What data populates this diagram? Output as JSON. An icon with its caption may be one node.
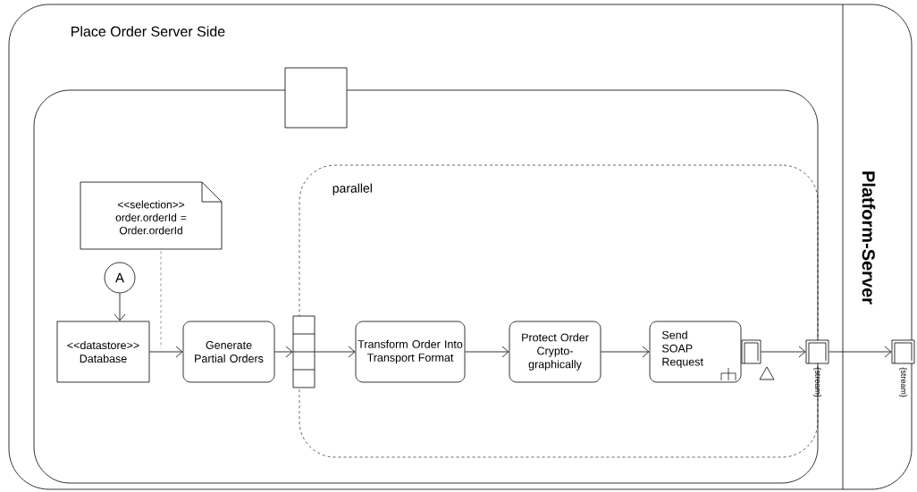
{
  "diagram": {
    "nodes": [
      {
        "text": [
          "Place Order Server Side"
        ]
      },
      {
        "text": [
          "Platform-Server"
        ],
        "in": 0
      },
      {
        "text": [],
        "shape": "box",
        "in": 0
      },
      {
        "text": [],
        "shape": "box",
        "in": 0
      },
      {
        "text": [
          "parallel"
        ],
        "in": 2
      },
      {
        "text": [
          "<<selection>> order.orderId = Order.orderId"
        ],
        "in": 2
      },
      {
        "text": [
          "A"
        ],
        "in": 2
      },
      {
        "text": [
          "<<datastore>> Database"
        ],
        "in": 2
      },
      {
        "text": [
          "Generate Partial Orders"
        ],
        "in": 2
      },
      {
        "text": [],
        "shape": "box",
        "in": 2
      },
      {
        "text": [
          "Transform Order Into Transport Format"
        ],
        "in": 4
      },
      {
        "text": [
          "Protect Order Crypto-graphically"
        ],
        "in": 4
      },
      {
        "text": [
          "Send SOAP Request"
        ],
        "in": 4
      },
      {
        "text": [],
        "shape": "box",
        "in": 4
      },
      {
        "text": [],
        "shape": "box",
        "in": 0,
        "beside": [
          "{stream}"
        ]
      },
      {
        "text": [],
        "shape": "box",
        "in": 0,
        "beside": [
          "{stream}"
        ]
      }
    ],
    "edges": [
      {
        "from": 6,
        "to": 7,
        "arrow": "to"
      },
      {
        "from": 7,
        "to": 8,
        "arrow": "to"
      },
      {
        "from": 5,
        "to": null,
        "arrow": "none",
        "style": "dashed",
        "color": "#555555"
      },
      {
        "from": 8,
        "to": 9,
        "arrow": "to"
      },
      {
        "from": 9,
        "to": 10,
        "arrow": "to"
      },
      {
        "from": 10,
        "to": 11,
        "arrow": "to"
      },
      {
        "from": 11,
        "to": 12,
        "arrow": "to"
      },
      {
        "from": 13,
        "to": 14,
        "arrow": "to"
      },
      {
        "from": 14,
        "to": 15,
        "arrow": "to"
      }
    ]
  }
}
